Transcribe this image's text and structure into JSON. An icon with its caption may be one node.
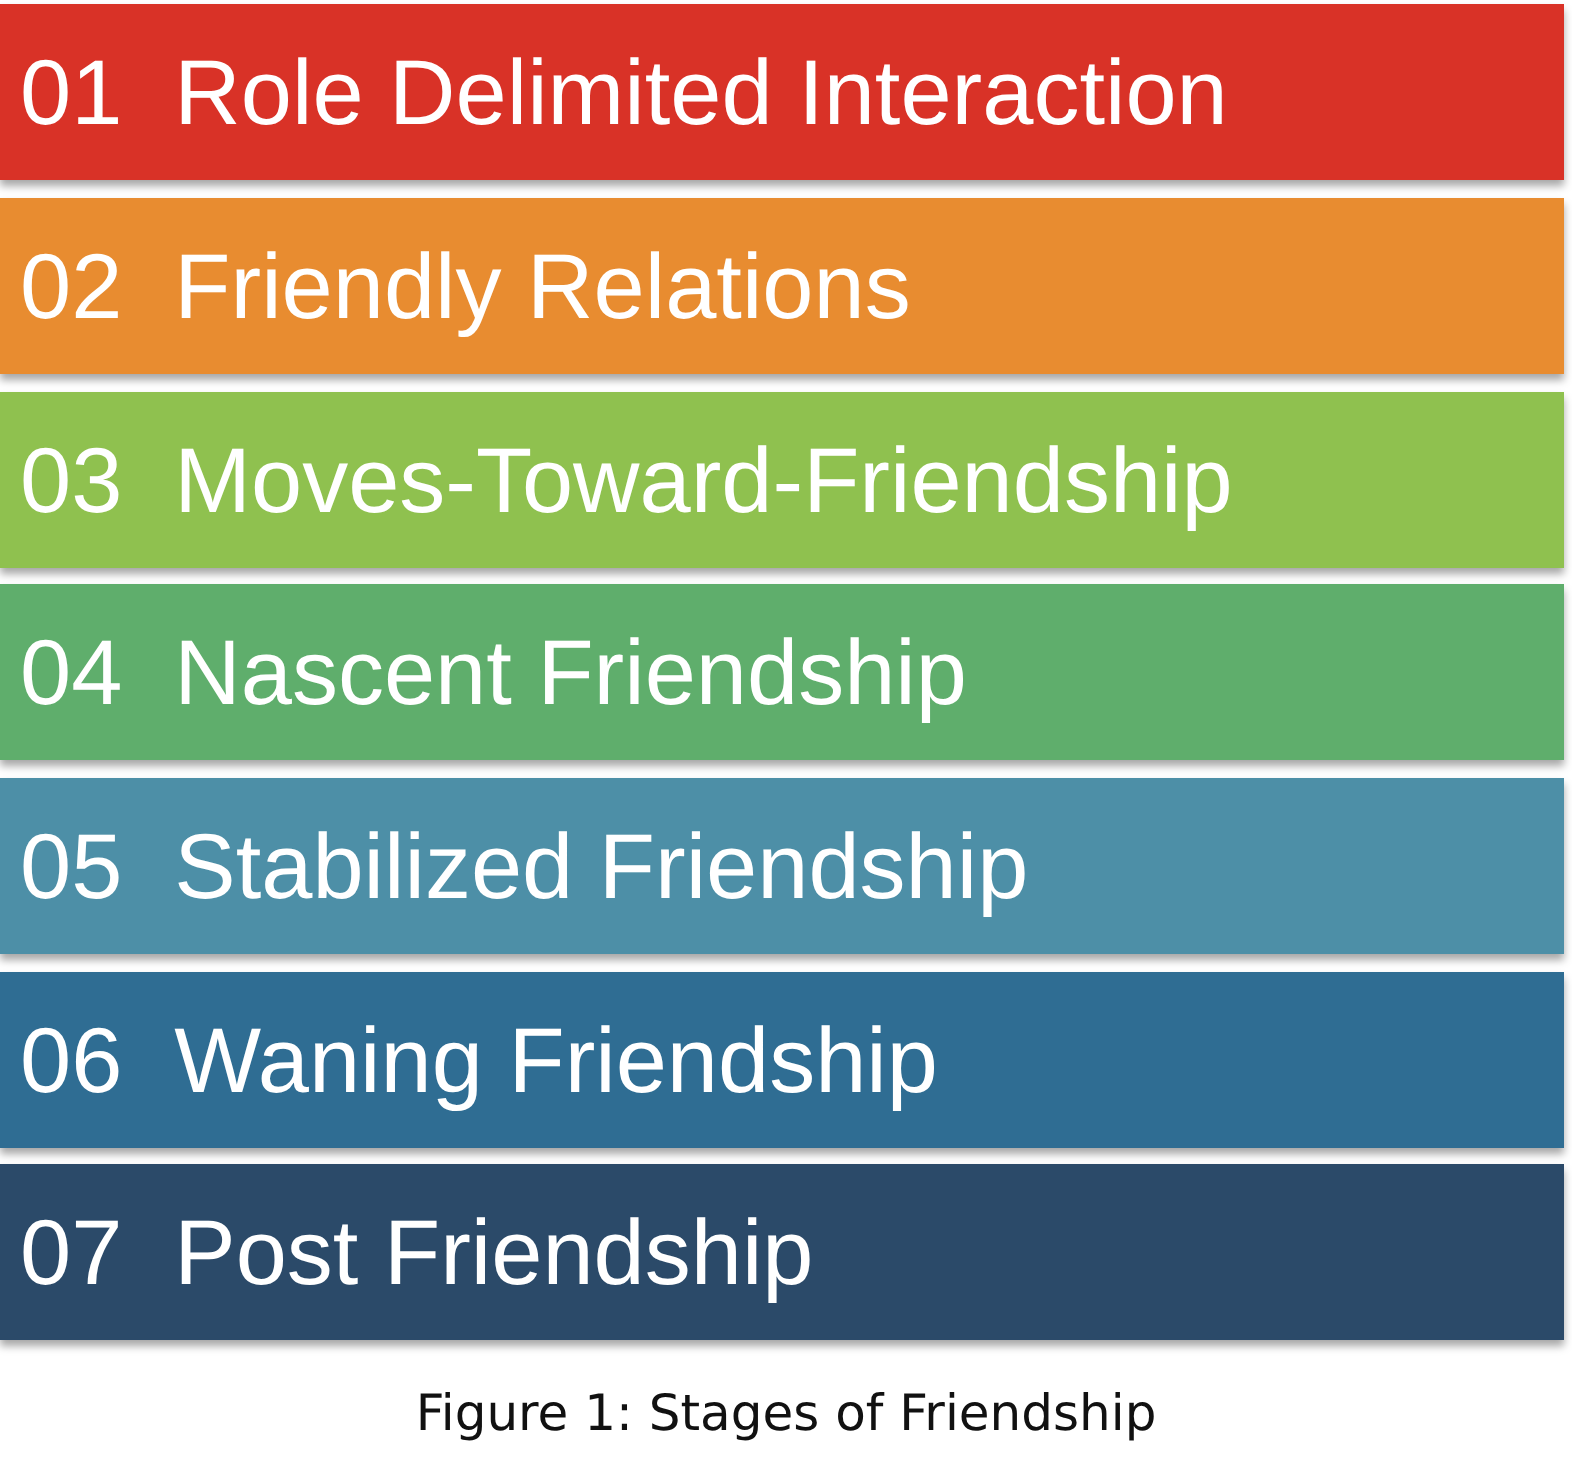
{
  "diagram": {
    "caption": "Figure 1: Stages of Friendship",
    "nodes": [
      {
        "text": [
          "01",
          "Role Delimited Interaction"
        ]
      },
      {
        "text": [
          "02",
          "Friendly Relations"
        ]
      },
      {
        "text": [
          "03",
          "Moves-Toward-Friendship"
        ]
      },
      {
        "text": [
          "04",
          "Nascent Friendship"
        ]
      },
      {
        "text": [
          "05",
          "Stabilized Friendship"
        ]
      },
      {
        "text": [
          "06",
          "Waning Friendship"
        ]
      },
      {
        "text": [
          "07",
          "Post Friendship"
        ]
      }
    ]
  }
}
